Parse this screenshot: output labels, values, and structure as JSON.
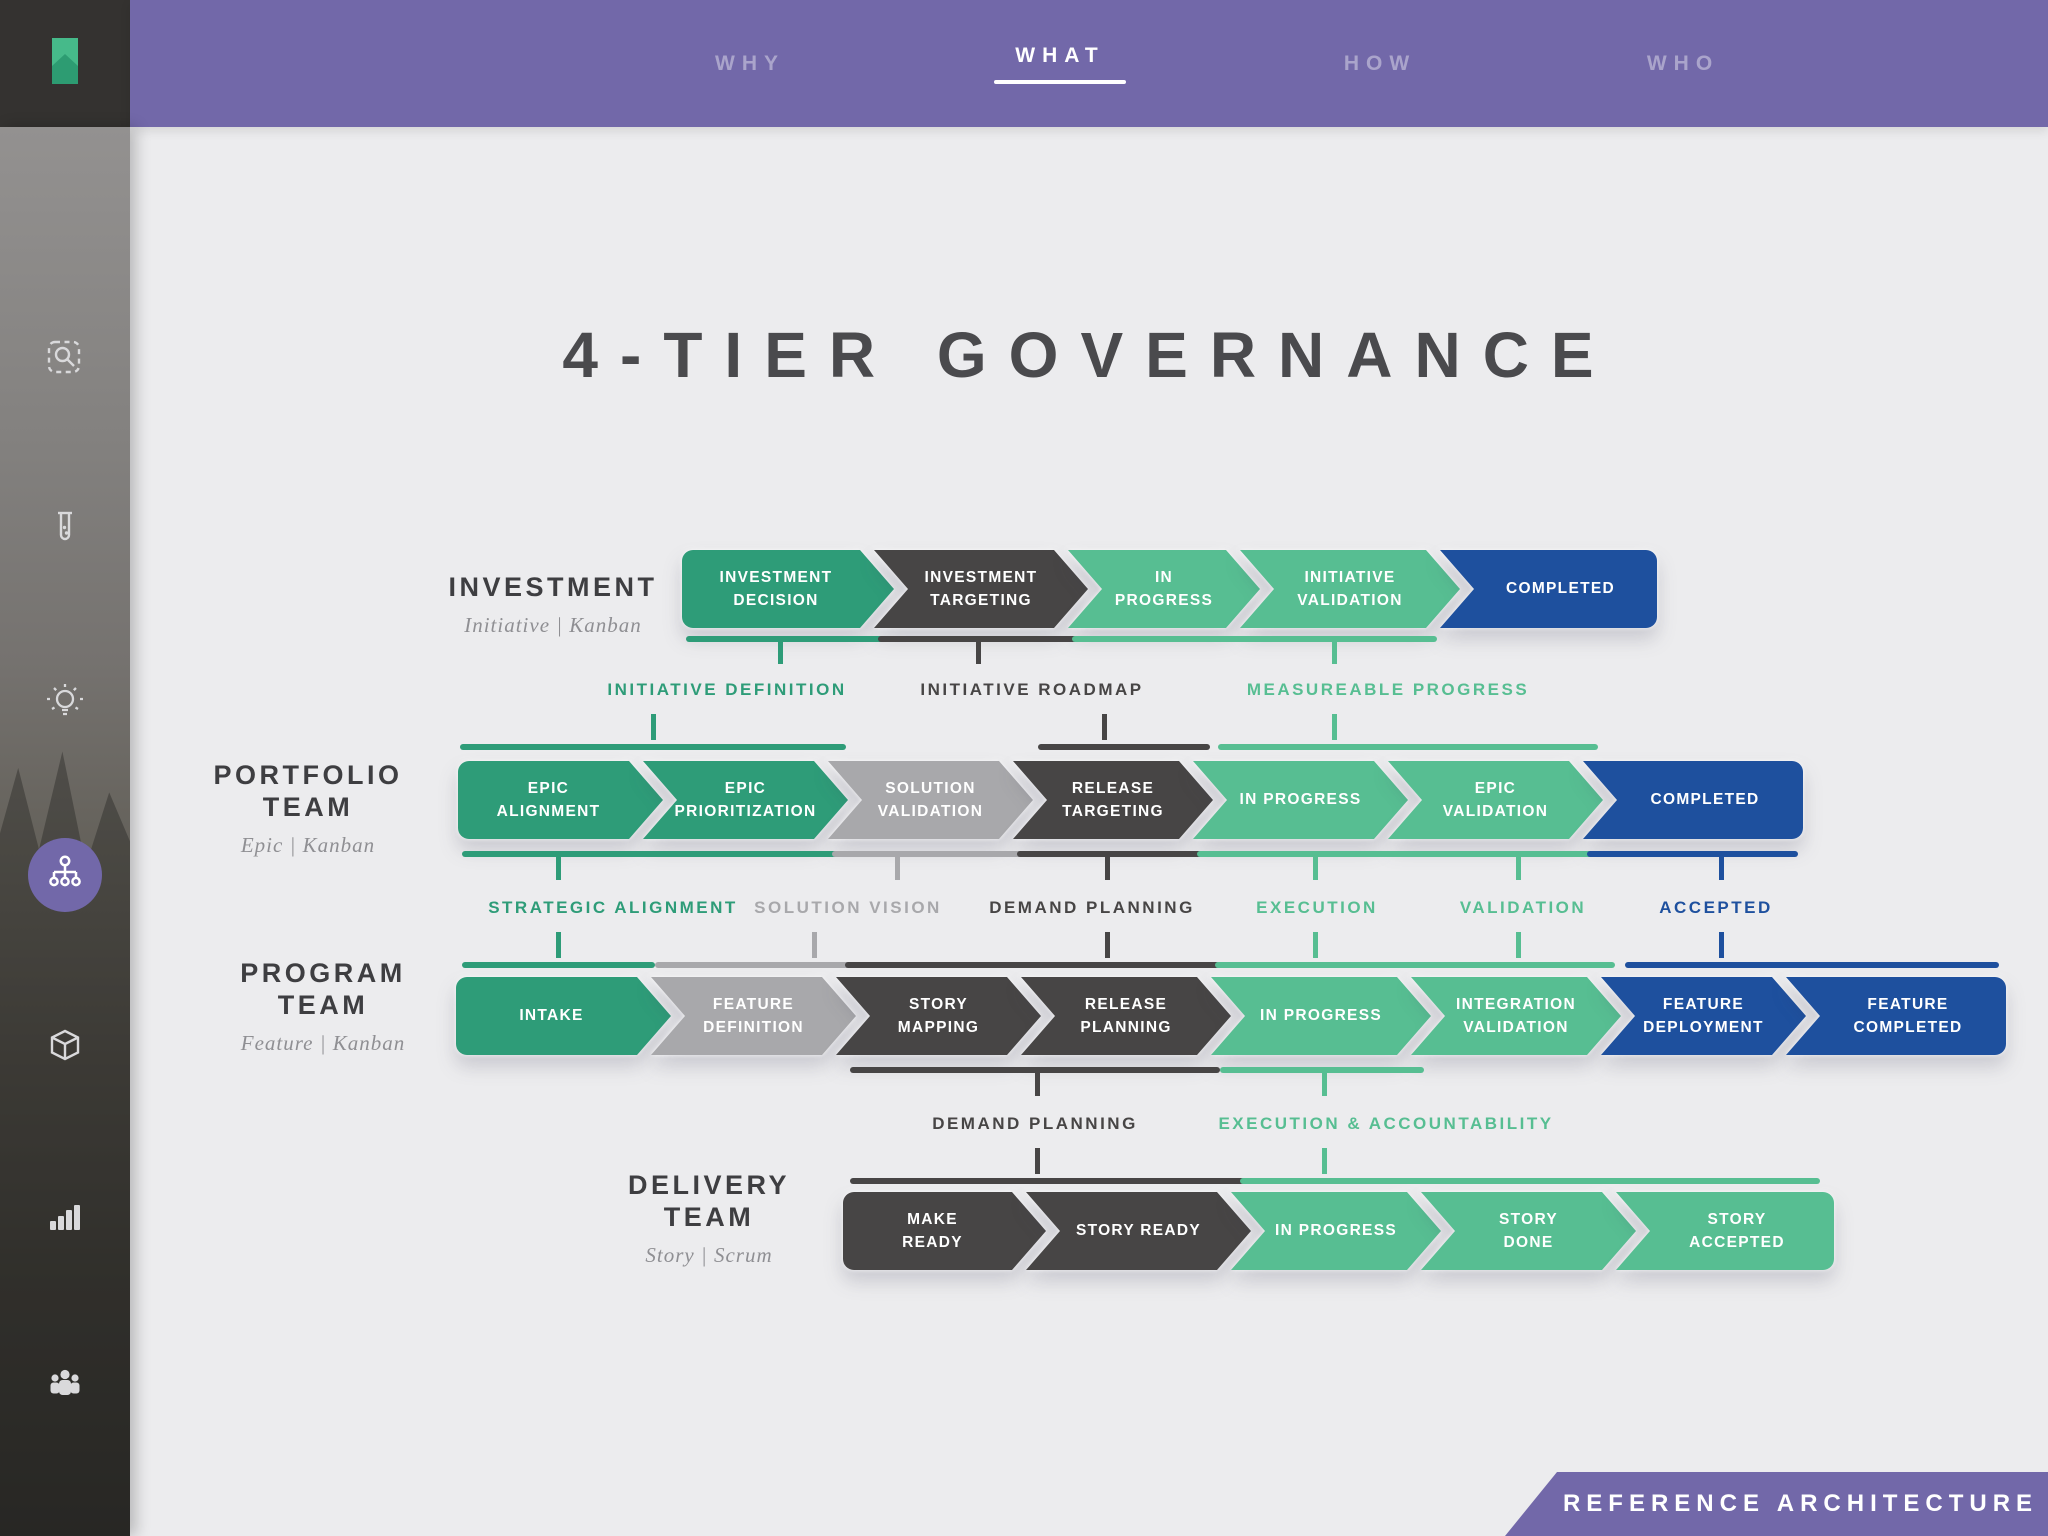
{
  "topbar": {
    "nav": [
      {
        "label": "WHY",
        "active": false
      },
      {
        "label": "WHAT",
        "active": true
      },
      {
        "label": "HOW",
        "active": false
      },
      {
        "label": "WHO",
        "active": false
      }
    ]
  },
  "sidebar": {
    "icons": [
      {
        "name": "screen-search-icon",
        "active": false
      },
      {
        "name": "test-tube-icon",
        "active": false
      },
      {
        "name": "lightbulb-icon",
        "active": false
      },
      {
        "name": "hierarchy-icon",
        "active": true
      },
      {
        "name": "cube-icon",
        "active": false
      },
      {
        "name": "bar-chart-icon",
        "active": false
      },
      {
        "name": "team-icon",
        "active": false
      },
      {
        "name": "insight-head-icon",
        "active": false
      }
    ]
  },
  "title": "4-TIER GOVERNANCE",
  "palette": {
    "green": "#2E9C78",
    "lightgreen": "#57BE92",
    "silver": "#A8A8AB",
    "dark": "#474545",
    "blue": "#1E509E",
    "purple": "#7268A9",
    "background": "#ECECEE"
  },
  "tiers": [
    {
      "name": "INVESTMENT",
      "name_lines": [
        "INVESTMENT"
      ],
      "subtitle": "Initiative | Kanban",
      "boxes": [
        {
          "label": "INVESTMENT DECISION",
          "lines": [
            "INVESTMENT",
            "DECISION"
          ],
          "color": "green"
        },
        {
          "label": "INVESTMENT TARGETING",
          "lines": [
            "INVESTMENT",
            "TARGETING"
          ],
          "color": "dark"
        },
        {
          "label": "IN PROGRESS",
          "lines": [
            "IN PROGRESS"
          ],
          "color": "lightgreen"
        },
        {
          "label": "INITIATIVE VALIDATION",
          "lines": [
            "INITIATIVE",
            "VALIDATION"
          ],
          "color": "lightgreen"
        },
        {
          "label": "COMPLETED",
          "lines": [
            "COMPLETED"
          ],
          "color": "blue"
        }
      ]
    },
    {
      "name": "PORTFOLIO TEAM",
      "name_lines": [
        "PORTFOLIO",
        "TEAM"
      ],
      "subtitle": "Epic | Kanban",
      "boxes": [
        {
          "label": "EPIC ALIGNMENT",
          "lines": [
            "EPIC",
            "ALIGNMENT"
          ],
          "color": "green"
        },
        {
          "label": "EPIC PRIORITIZATION",
          "lines": [
            "EPIC",
            "PRIORITIZATION"
          ],
          "color": "green"
        },
        {
          "label": "SOLUTION VALIDATION",
          "lines": [
            "SOLUTION",
            "VALIDATION"
          ],
          "color": "silver"
        },
        {
          "label": "RELEASE TARGETING",
          "lines": [
            "RELEASE",
            "TARGETING"
          ],
          "color": "dark"
        },
        {
          "label": "IN PROGRESS",
          "lines": [
            "IN PROGRESS"
          ],
          "color": "lightgreen"
        },
        {
          "label": "EPIC VALIDATION",
          "lines": [
            "EPIC",
            "VALIDATION"
          ],
          "color": "lightgreen"
        },
        {
          "label": "COMPLETED",
          "lines": [
            "COMPLETED"
          ],
          "color": "blue"
        }
      ]
    },
    {
      "name": "PROGRAM TEAM",
      "name_lines": [
        "PROGRAM",
        "TEAM"
      ],
      "subtitle": "Feature | Kanban",
      "boxes": [
        {
          "label": "INTAKE",
          "lines": [
            "INTAKE"
          ],
          "color": "green"
        },
        {
          "label": "FEATURE DEFINITION",
          "lines": [
            "FEATURE",
            "DEFINITION"
          ],
          "color": "silver"
        },
        {
          "label": "STORY MAPPING",
          "lines": [
            "STORY MAPPING"
          ],
          "color": "dark"
        },
        {
          "label": "RELEASE PLANNING",
          "lines": [
            "RELEASE",
            "PLANNING"
          ],
          "color": "dark"
        },
        {
          "label": "IN PROGRESS",
          "lines": [
            "IN PROGRESS"
          ],
          "color": "lightgreen"
        },
        {
          "label": "INTEGRATION VALIDATION",
          "lines": [
            "INTEGRATION",
            "VALIDATION"
          ],
          "color": "lightgreen"
        },
        {
          "label": "FEATURE DEPLOYMENT",
          "lines": [
            "FEATURE",
            "DEPLOYMENT"
          ],
          "color": "blue"
        },
        {
          "label": "FEATURE COMPLETED",
          "lines": [
            "FEATURE",
            "COMPLETED"
          ],
          "color": "blue"
        }
      ]
    },
    {
      "name": "DELIVERY TEAM",
      "name_lines": [
        "DELIVERY",
        "TEAM"
      ],
      "subtitle": "Story | Scrum",
      "boxes": [
        {
          "label": "MAKE READY",
          "lines": [
            "MAKE",
            "READY"
          ],
          "color": "dark"
        },
        {
          "label": "STORY READY",
          "lines": [
            "STORY READY"
          ],
          "color": "dark"
        },
        {
          "label": "IN PROGRESS",
          "lines": [
            "IN PROGRESS"
          ],
          "color": "lightgreen"
        },
        {
          "label": "STORY DONE",
          "lines": [
            "STORY",
            "DONE"
          ],
          "color": "lightgreen"
        },
        {
          "label": "STORY ACCEPTED",
          "lines": [
            "STORY",
            "ACCEPTED"
          ],
          "color": "lightgreen"
        }
      ]
    }
  ],
  "connectors": [
    {
      "label": "INITIATIVE DEFINITION",
      "color": "green"
    },
    {
      "label": "INITIATIVE ROADMAP",
      "color": "dark"
    },
    {
      "label": "MEASUREABLE PROGRESS",
      "color": "lightgreen"
    },
    {
      "label": "STRATEGIC ALIGNMENT",
      "color": "green"
    },
    {
      "label": "SOLUTION VISION",
      "color": "silver"
    },
    {
      "label": "DEMAND PLANNING",
      "color": "dark"
    },
    {
      "label": "EXECUTION",
      "color": "lightgreen"
    },
    {
      "label": "VALIDATION",
      "color": "lightgreen"
    },
    {
      "label": "ACCEPTED",
      "color": "blue"
    },
    {
      "label": "DEMAND PLANNING",
      "color": "dark"
    },
    {
      "label": "EXECUTION & ACCOUNTABILITY",
      "color": "lightgreen"
    }
  ],
  "banner": {
    "label": "REFERENCE ARCHITECTURE"
  }
}
